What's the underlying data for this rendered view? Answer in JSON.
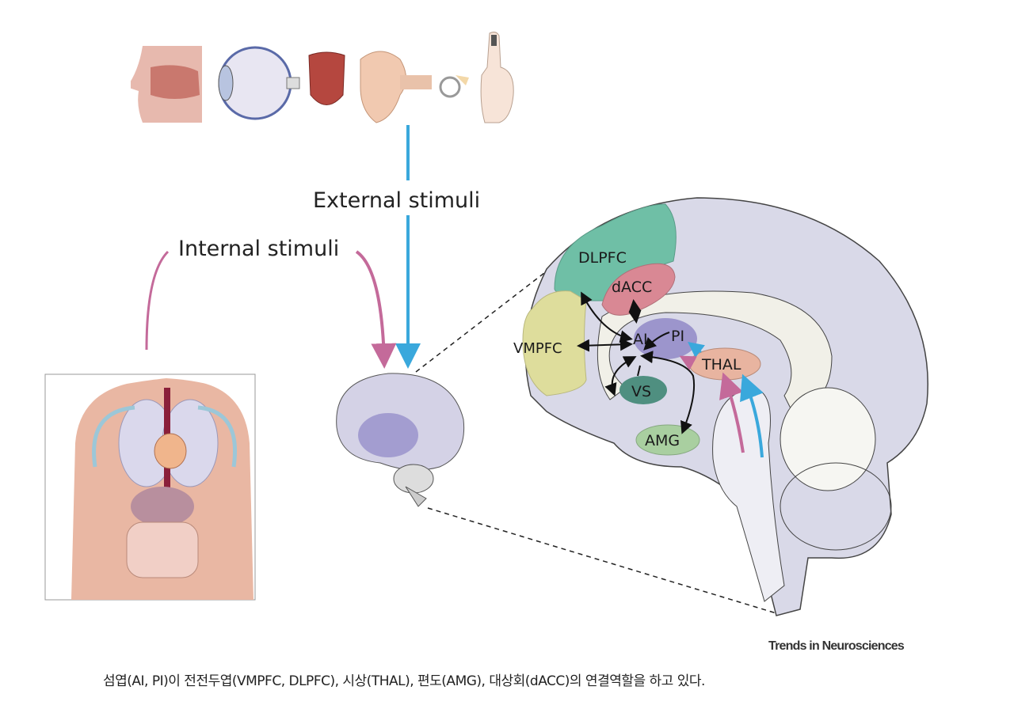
{
  "labels": {
    "external": "External stimuli",
    "internal": "Internal stimuli"
  },
  "regions": {
    "dlpfc": "DLPFC",
    "dacc": "dACC",
    "ai": "AI",
    "pi": "PI",
    "vmpfc": "VMPFC",
    "thal": "THAL",
    "vs": "VS",
    "amg": "AMG"
  },
  "senses": [
    "nose-icon",
    "eye-icon",
    "tongue-icon",
    "ear-icon",
    "finger-icon"
  ],
  "colors": {
    "external": "#3aa8dc",
    "internal": "#c46a9a",
    "brain": "#d9d9e8",
    "dlpfc": "#6fbfa6",
    "dacc": "#d98894",
    "vmpfc": "#dedd9c",
    "insula": "#9c95cc",
    "thal": "#e8b4a0",
    "vs": "#4f8f80",
    "amg": "#a9cfa0"
  },
  "credit": "Trends in Neurosciences",
  "caption": "섬엽(AI, PI)이 전전두엽(VMPFC, DLPFC), 시상(THAL), 편도(AMG), 대상회(dACC)의 연결역할을 하고 있다."
}
